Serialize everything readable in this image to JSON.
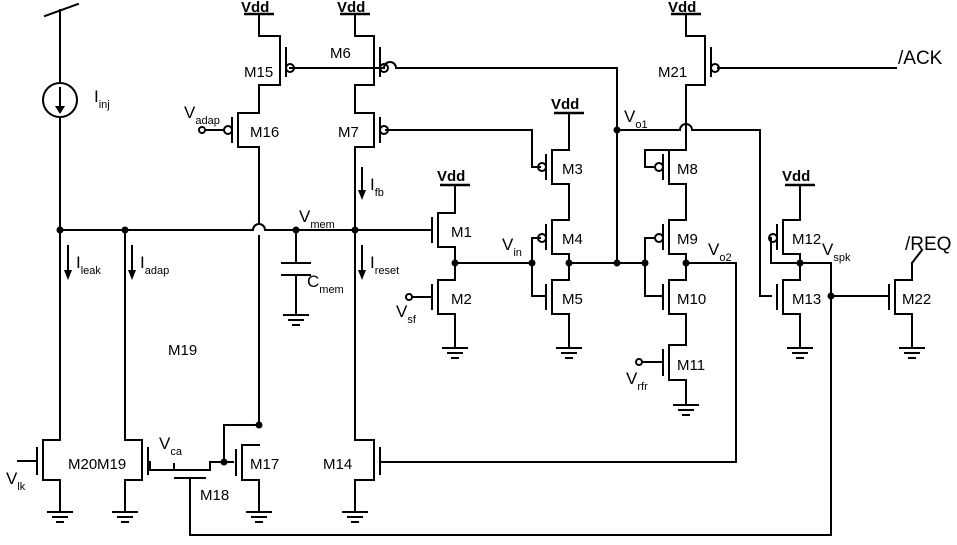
{
  "supply": "Vdd",
  "transistors": {
    "m1": "M1",
    "m2": "M2",
    "m3": "M3",
    "m4": "M4",
    "m5": "M5",
    "m6": "M6",
    "m7": "M7",
    "m8": "M8",
    "m9": "M9",
    "m10": "M10",
    "m11": "M11",
    "m12": "M12",
    "m13": "M13",
    "m14": "M14",
    "m15": "M15",
    "m16": "M16",
    "m17": "M17",
    "m18": "M18",
    "m19": "M19",
    "m19_label": "M19",
    "m20": "M20",
    "m21": "M21",
    "m22": "M22"
  },
  "currents": {
    "inj": {
      "main": "I",
      "sub": "inj"
    },
    "leak": {
      "main": "I",
      "sub": "leak"
    },
    "adap": {
      "main": "I",
      "sub": "adap"
    },
    "fb": {
      "main": "I",
      "sub": "fb"
    },
    "reset": {
      "main": "I",
      "sub": "reset"
    }
  },
  "nodes": {
    "vmem": {
      "main": "V",
      "sub": "mem"
    },
    "cmem": {
      "main": "C",
      "sub": "mem"
    },
    "vin": {
      "main": "V",
      "sub": "in"
    },
    "vo1": {
      "main": "V",
      "sub": "o1"
    },
    "vo2": {
      "main": "V",
      "sub": "o2"
    },
    "vspk": {
      "main": "V",
      "sub": "spk"
    },
    "vadap": {
      "main": "V",
      "sub": "adap"
    },
    "vsf": {
      "main": "V",
      "sub": "sf"
    },
    "vrfr": {
      "main": "V",
      "sub": "rfr"
    },
    "vlk": {
      "main": "V",
      "sub": "lk"
    },
    "vca": {
      "main": "V",
      "sub": "ca"
    }
  },
  "ports": {
    "ack": "/ACK",
    "req": "/REQ"
  }
}
